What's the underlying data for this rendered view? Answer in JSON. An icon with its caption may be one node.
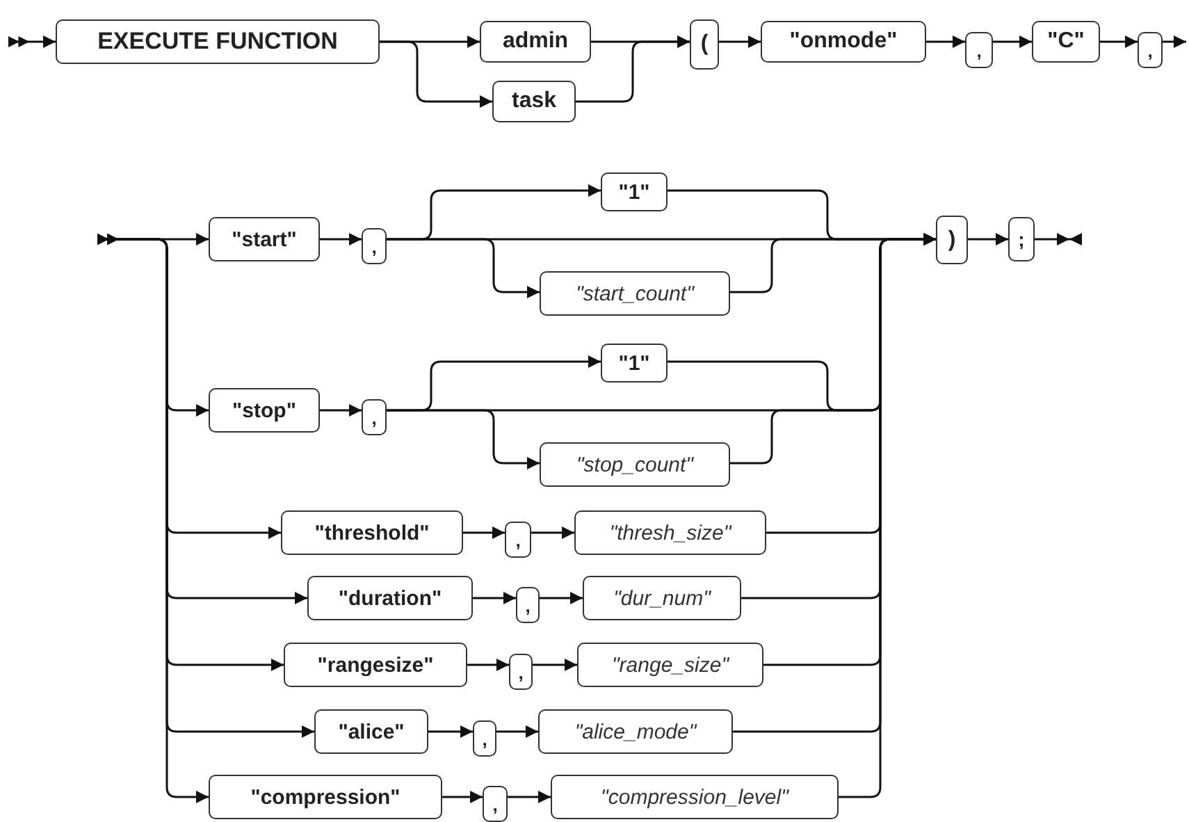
{
  "diagram": {
    "nodes": [
      {
        "text": [
          "EXECUTE FUNCTION"
        ]
      },
      {
        "text": [
          "admin"
        ]
      },
      {
        "text": [
          "task"
        ]
      },
      {
        "text": [
          "("
        ]
      },
      {
        "text": [
          "\"onmode\""
        ]
      },
      {
        "text": [
          ","
        ]
      },
      {
        "text": [
          "\"C\""
        ]
      },
      {
        "text": [
          ","
        ]
      },
      {
        "text": [
          "\"start\""
        ]
      },
      {
        "text": [
          ","
        ]
      },
      {
        "text": [
          "\"1\""
        ]
      },
      {
        "text": [
          "\"start_count\""
        ]
      },
      {
        "text": [
          "\"stop\""
        ]
      },
      {
        "text": [
          ","
        ]
      },
      {
        "text": [
          "\"1\""
        ]
      },
      {
        "text": [
          "\"stop_count\""
        ]
      },
      {
        "text": [
          "\"threshold\""
        ]
      },
      {
        "text": [
          ","
        ]
      },
      {
        "text": [
          "\"thresh_size\""
        ]
      },
      {
        "text": [
          "\"duration\""
        ]
      },
      {
        "text": [
          ","
        ]
      },
      {
        "text": [
          "\"dur_num\""
        ]
      },
      {
        "text": [
          "\"rangesize\""
        ]
      },
      {
        "text": [
          ","
        ]
      },
      {
        "text": [
          "\"range_size\""
        ]
      },
      {
        "text": [
          "\"alice\""
        ]
      },
      {
        "text": [
          ","
        ]
      },
      {
        "text": [
          "\"alice_mode\""
        ]
      },
      {
        "text": [
          "\"compression\""
        ]
      },
      {
        "text": [
          ","
        ]
      },
      {
        "text": [
          "\"compression_level\""
        ]
      },
      {
        "text": [
          ")"
        ]
      },
      {
        "text": [
          ";"
        ]
      }
    ],
    "edges": [
      {
        "from": null,
        "to": 0,
        "arrow": "to"
      },
      {
        "from": 0,
        "to": 1,
        "arrow": "to"
      },
      {
        "from": 0,
        "to": 2,
        "arrow": "to"
      },
      {
        "from": 1,
        "to": 3,
        "arrow": "to"
      },
      {
        "from": 2,
        "to": 3,
        "arrow": "to"
      },
      {
        "from": 3,
        "to": 4,
        "arrow": "to"
      },
      {
        "from": 4,
        "to": 5,
        "arrow": "to"
      },
      {
        "from": 5,
        "to": 6,
        "arrow": "to"
      },
      {
        "from": 6,
        "to": 7,
        "arrow": "to"
      },
      {
        "from": 7,
        "to": null,
        "arrow": "to"
      },
      {
        "from": null,
        "to": 8,
        "arrow": "to"
      },
      {
        "from": null,
        "to": 12,
        "arrow": "to"
      },
      {
        "from": null,
        "to": 16,
        "arrow": "to"
      },
      {
        "from": null,
        "to": 19,
        "arrow": "to"
      },
      {
        "from": null,
        "to": 22,
        "arrow": "to"
      },
      {
        "from": null,
        "to": 25,
        "arrow": "to"
      },
      {
        "from": null,
        "to": 28,
        "arrow": "to"
      },
      {
        "from": 8,
        "to": 9,
        "arrow": "to"
      },
      {
        "from": 9,
        "to": 10,
        "arrow": "to"
      },
      {
        "from": 9,
        "to": 11,
        "arrow": "to"
      },
      {
        "from": 9,
        "to": 31,
        "arrow": "to"
      },
      {
        "from": 10,
        "to": 31,
        "arrow": "to"
      },
      {
        "from": 11,
        "to": 31,
        "arrow": "to"
      },
      {
        "from": 12,
        "to": 13,
        "arrow": "to"
      },
      {
        "from": 13,
        "to": 14,
        "arrow": "to"
      },
      {
        "from": 13,
        "to": 15,
        "arrow": "to"
      },
      {
        "from": 13,
        "to": 31,
        "arrow": "to"
      },
      {
        "from": 14,
        "to": 31,
        "arrow": "to"
      },
      {
        "from": 15,
        "to": 31,
        "arrow": "to"
      },
      {
        "from": 16,
        "to": 17,
        "arrow": "to"
      },
      {
        "from": 17,
        "to": 18,
        "arrow": "to"
      },
      {
        "from": 18,
        "to": 31,
        "arrow": "to"
      },
      {
        "from": 19,
        "to": 20,
        "arrow": "to"
      },
      {
        "from": 20,
        "to": 21,
        "arrow": "to"
      },
      {
        "from": 21,
        "to": 31,
        "arrow": "to"
      },
      {
        "from": 22,
        "to": 23,
        "arrow": "to"
      },
      {
        "from": 23,
        "to": 24,
        "arrow": "to"
      },
      {
        "from": 24,
        "to": 31,
        "arrow": "to"
      },
      {
        "from": 25,
        "to": 26,
        "arrow": "to"
      },
      {
        "from": 26,
        "to": 27,
        "arrow": "to"
      },
      {
        "from": 27,
        "to": 31,
        "arrow": "to"
      },
      {
        "from": 28,
        "to": 29,
        "arrow": "to"
      },
      {
        "from": 29,
        "to": 30,
        "arrow": "to"
      },
      {
        "from": 30,
        "to": 31,
        "arrow": "to"
      },
      {
        "from": 31,
        "to": 32,
        "arrow": "to"
      },
      {
        "from": 32,
        "to": null,
        "arrow": "to"
      }
    ]
  }
}
